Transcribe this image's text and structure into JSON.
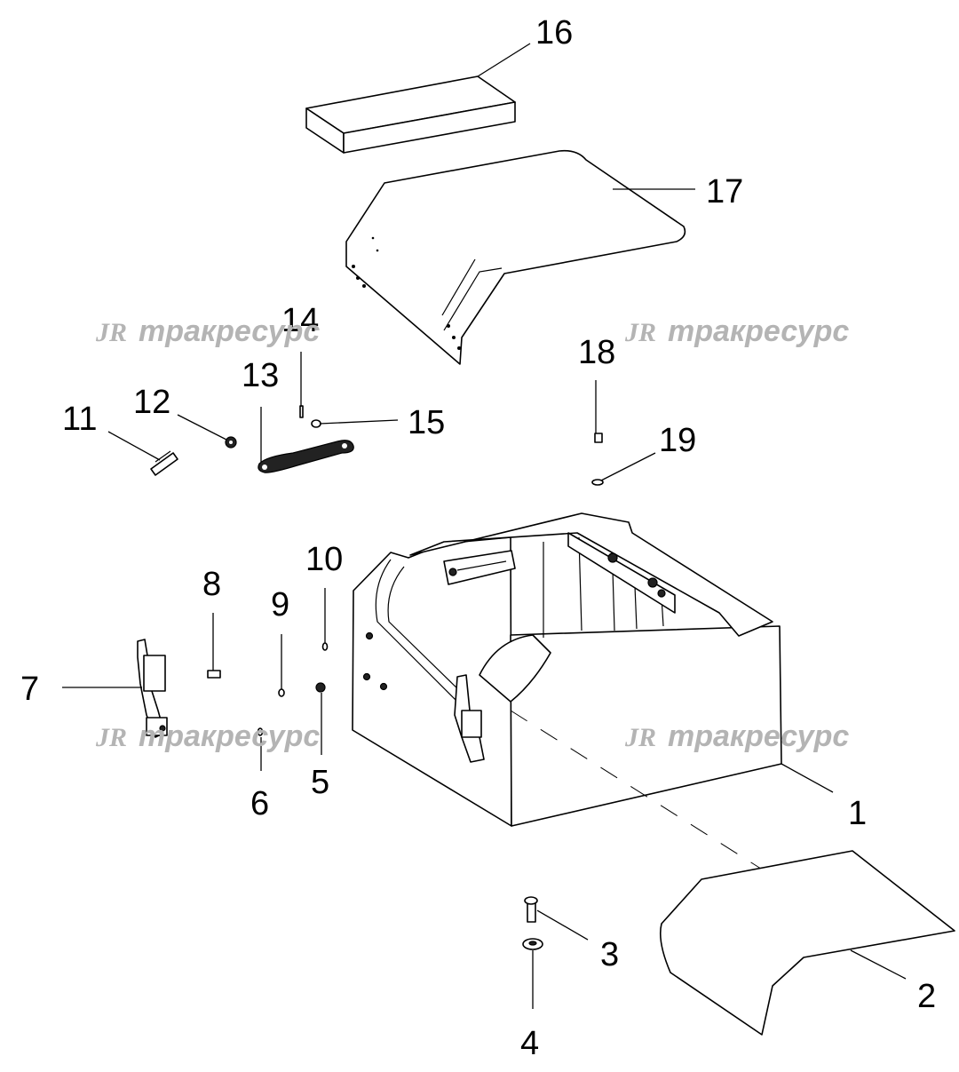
{
  "watermark": {
    "logo": "JR",
    "text": "тракресурс"
  },
  "callouts": [
    {
      "id": 1,
      "label": "1"
    },
    {
      "id": 2,
      "label": "2"
    },
    {
      "id": 3,
      "label": "3"
    },
    {
      "id": 4,
      "label": "4"
    },
    {
      "id": 5,
      "label": "5"
    },
    {
      "id": 6,
      "label": "6"
    },
    {
      "id": 7,
      "label": "7"
    },
    {
      "id": 8,
      "label": "8"
    },
    {
      "id": 9,
      "label": "9"
    },
    {
      "id": 10,
      "label": "10"
    },
    {
      "id": 11,
      "label": "11"
    },
    {
      "id": 12,
      "label": "12"
    },
    {
      "id": 13,
      "label": "13"
    },
    {
      "id": 14,
      "label": "14"
    },
    {
      "id": 15,
      "label": "15"
    },
    {
      "id": 16,
      "label": "16"
    },
    {
      "id": 17,
      "label": "17"
    },
    {
      "id": 18,
      "label": "18"
    },
    {
      "id": 19,
      "label": "19"
    }
  ]
}
